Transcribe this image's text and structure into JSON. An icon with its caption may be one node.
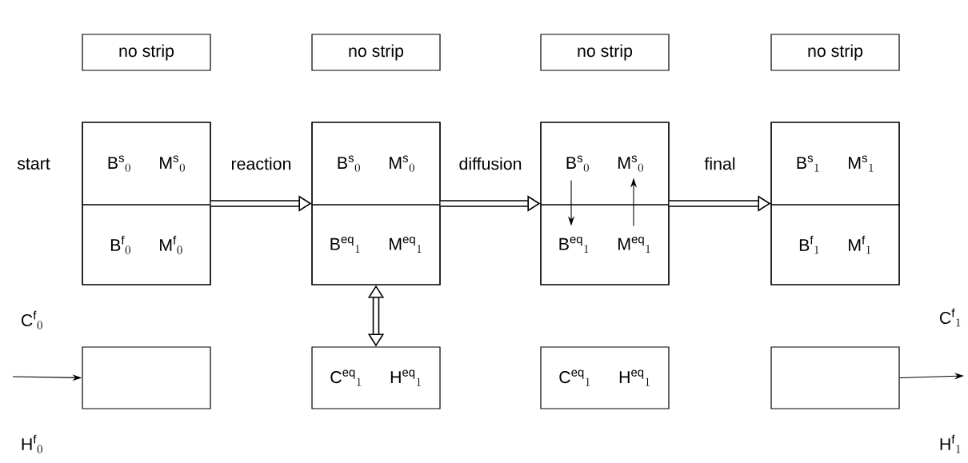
{
  "diagram": {
    "nodes": [
      {
        "text": [
          "no strip"
        ]
      },
      {
        "text": [
          "no strip"
        ]
      },
      {
        "text": [
          "no strip"
        ]
      },
      {
        "text": [
          "no strip"
        ]
      },
      {
        "text": [],
        "shape": "box"
      },
      {
        "text": [
          "\\mathrm{B}^{\\mathrm{s}}{}_{0}",
          "\\mathrm{M}^{\\mathrm{s}}{}_{0}"
        ],
        "in": 4
      },
      {
        "text": [
          "\\mathrm{B}^{\\mathrm{f}}{}_{0}",
          "\\mathrm{M}^{\\mathrm{f}}{}_{0}"
        ],
        "in": 4
      },
      {
        "text": [],
        "shape": "box"
      },
      {
        "text": [
          "\\mathrm{B}^{\\mathrm{s}}{}_{0}",
          "\\mathrm{M}^{\\mathrm{s}}{}_{0}"
        ],
        "in": 7
      },
      {
        "text": [
          "\\mathrm{B}^{\\mathrm{eq}}{}_{1}",
          "\\mathrm{M}^{\\mathrm{eq}}{}_{1}"
        ],
        "in": 7
      },
      {
        "text": [],
        "shape": "box"
      },
      {
        "text": [
          "\\mathrm{B}^{\\mathrm{s}}{}_{0}",
          "\\mathrm{M}^{\\mathrm{s}}{}_{0}"
        ],
        "in": 10
      },
      {
        "text": [
          "\\mathrm{B}^{\\mathrm{eq}}{}_{1}",
          "\\mathrm{M}^{\\mathrm{eq}}{}_{1}"
        ],
        "in": 10
      },
      {
        "text": [],
        "shape": "box"
      },
      {
        "text": [
          "\\mathrm{B}^{\\mathrm{s}}{}_{1}",
          "\\mathrm{M}^{\\mathrm{s}}{}_{1}"
        ],
        "in": 13
      },
      {
        "text": [
          "\\mathrm{B}^{\\mathrm{f}}{}_{1}",
          "\\mathrm{M}^{\\mathrm{f}}{}_{1}"
        ],
        "in": 13
      },
      {
        "text": [],
        "shape": "box"
      },
      {
        "text": [
          "\\mathrm{C}^{\\mathrm{eq}}{}_{1}",
          "\\mathrm{H}^{\\mathrm{eq}}{}_{1}"
        ]
      },
      {
        "text": [
          "\\mathrm{C}^{\\mathrm{eq}}{}_{1}",
          "\\mathrm{H}^{\\mathrm{eq}}{}_{1}"
        ]
      },
      {
        "text": [],
        "shape": "box"
      }
    ],
    "edges": [
      {
        "from": null,
        "to": 16,
        "arrow": "to"
      },
      {
        "from": 4,
        "to": 7,
        "arrow": "to",
        "label": "reaction",
        "style": "thick"
      },
      {
        "from": 7,
        "to": 10,
        "arrow": "to",
        "label": "diffusion",
        "style": "thick"
      },
      {
        "from": 10,
        "to": 13,
        "arrow": "to",
        "label": "final",
        "style": "thick"
      },
      {
        "from": 9,
        "to": 17,
        "arrow": "both",
        "style": "thick"
      },
      {
        "from": 11,
        "to": 12,
        "arrow": "to"
      },
      {
        "from": 12,
        "to": 11,
        "arrow": "to"
      },
      {
        "from": 19,
        "to": null,
        "arrow": "to"
      }
    ],
    "labels": [
      "start",
      "\\mathrm{C}^{\\mathrm{f}}{}_{0}",
      "\\mathrm{C}^{\\mathrm{f}}{}_{1}",
      "\\mathrm{H}^{\\mathrm{f}}{}_{0}",
      "\\mathrm{H}^{\\mathrm{f}}{}_{1}"
    ]
  }
}
